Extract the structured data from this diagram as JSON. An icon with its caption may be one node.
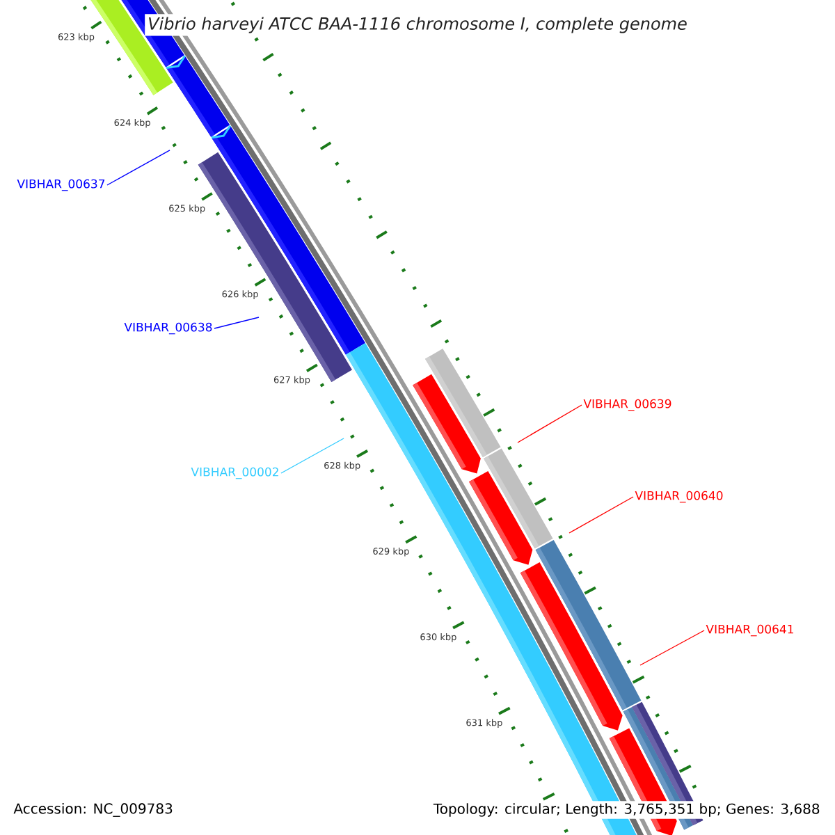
{
  "diagram": {
    "title": "Vibrio harveyi ATCC BAA-1116 chromosome I, complete genome",
    "nodes": [
      {
        "text": [
          "VIBHAR_00637"
        ]
      },
      {
        "text": [
          "VIBHAR_00638"
        ]
      },
      {
        "text": [
          "VIBHAR_00002"
        ]
      },
      {
        "text": [
          "VIBHAR_00639"
        ]
      },
      {
        "text": [
          "VIBHAR_00640"
        ]
      },
      {
        "text": [
          "VIBHAR_00641"
        ]
      }
    ],
    "edges": [
      {
        "from": 0,
        "to": null,
        "arrow": "none",
        "color": "#0000ff"
      },
      {
        "from": 1,
        "to": null,
        "arrow": "none",
        "color": "#0000ff"
      },
      {
        "from": 2,
        "to": null,
        "arrow": "none",
        "color": "#33ccff"
      },
      {
        "from": 3,
        "to": null,
        "arrow": "none",
        "color": "#ff0000"
      },
      {
        "from": 4,
        "to": null,
        "arrow": "none",
        "color": "#ff0000"
      },
      {
        "from": 5,
        "to": null,
        "arrow": "none",
        "color": "#ff0000"
      }
    ],
    "labels": [
      "623 kbp",
      "624 kbp",
      "625 kbp",
      "626 kbp",
      "627 kbp",
      "628 kbp",
      "629 kbp",
      "630 kbp",
      "631 kbp",
      "Accession: NC_009783",
      "Topology: circular; Length: 3,765,351 bp; Genes: 3,688"
    ]
  }
}
